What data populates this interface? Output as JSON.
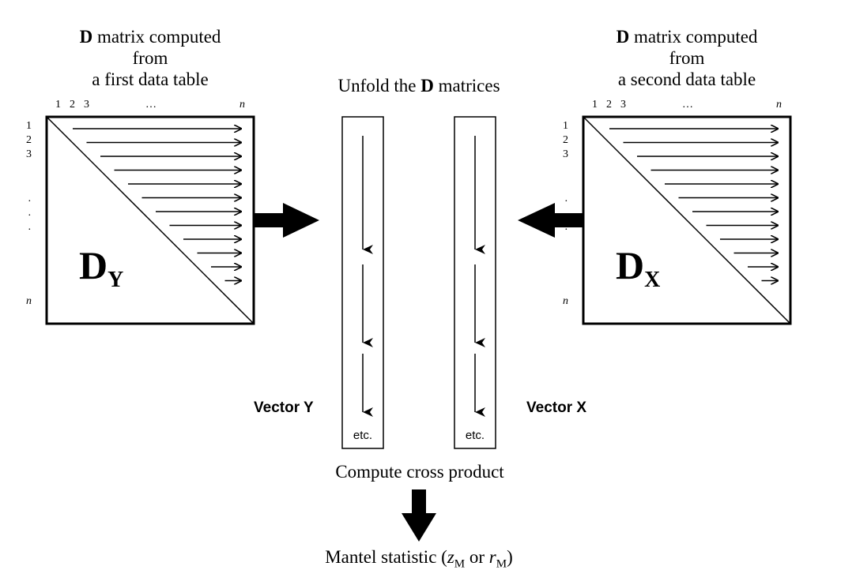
{
  "left_matrix": {
    "title_bold": "D",
    "title_line1_rest": " matrix computed",
    "title_line2": "from",
    "title_line3": "a first data table",
    "col_labels": [
      "1",
      "2",
      "3",
      "…",
      "n"
    ],
    "row_labels": [
      "1",
      "2",
      "3",
      "·",
      "·",
      "·",
      "n"
    ],
    "symbol_main": "D",
    "symbol_sub": "Y"
  },
  "right_matrix": {
    "title_bold": "D",
    "title_line1_rest": " matrix computed",
    "title_line2": "from",
    "title_line3": "a second data table",
    "col_labels": [
      "1",
      "2",
      "3",
      "…",
      "n"
    ],
    "row_labels": [
      "1",
      "2",
      "3",
      "·",
      "·",
      "n"
    ],
    "symbol_main": "D",
    "symbol_sub": "X"
  },
  "unfold": {
    "prefix": "Unfold the ",
    "bold": "D",
    "suffix": " matrices"
  },
  "vectors": {
    "left_label": "Vector Y",
    "right_label": "Vector X",
    "left_etc": "etc.",
    "right_etc": "etc."
  },
  "compute_label": "Compute cross product",
  "result": {
    "prefix": "Mantel statistic (",
    "z": "z",
    "z_sub": "M",
    "or": " or ",
    "r": "r",
    "r_sub": "M",
    "suffix": ")"
  }
}
